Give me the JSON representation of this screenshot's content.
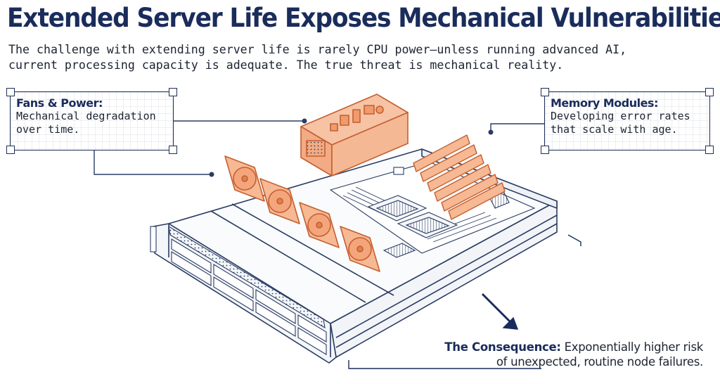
{
  "header": {
    "title": "Extended Server Life Exposes Mechanical Vulnerabilities.",
    "subtitle_line1": "The challenge with extending server life is rarely CPU power—unless running advanced AI,",
    "subtitle_line2": "current processing capacity is adequate. The true threat is mechanical reality."
  },
  "callouts": {
    "fans": {
      "heading": "Fans & Power:",
      "line1": "Mechanical degradation",
      "line2": "over time."
    },
    "memory": {
      "heading": "Memory Modules:",
      "line1": "Developing error rates",
      "line2": "that scale with age."
    }
  },
  "consequence": {
    "lead": "The Consequence:",
    "line1_rest": "Exponentially higher risk",
    "line2": "of unexpected, routine node failures."
  },
  "colors": {
    "navy": "#1a2c5b",
    "highlight_orange": "#f0a17a",
    "highlight_stroke": "#c4602f",
    "chassis_line": "#2a3d63"
  }
}
